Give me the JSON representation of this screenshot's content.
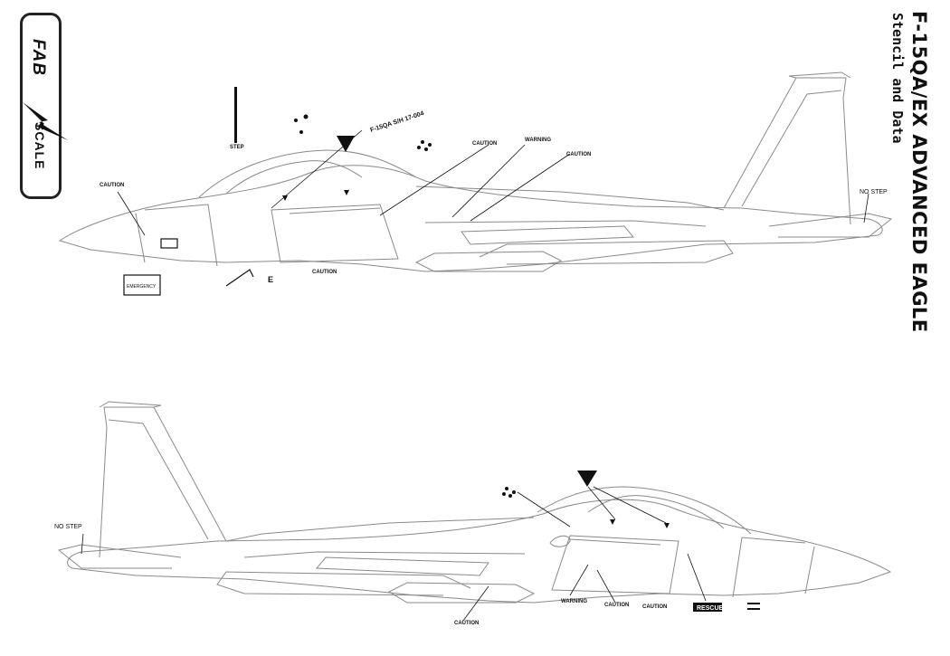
{
  "logo": {
    "word1": "FAB",
    "word2": "SCALE"
  },
  "header": {
    "title": "F-15QA/EX ADVANCED EAGLE",
    "subtitle": "Stencil and Data"
  },
  "upper_view": {
    "labels": {
      "serial": "F-15QA S/H 17-004",
      "caution_left": "CAUTION",
      "caution_mid": "CAUTION",
      "caution_lower": "CAUTION",
      "warning": "WARNING",
      "caution_right": "CAUTION",
      "step": "STEP",
      "no_step": "NO STEP",
      "emergency": "EMERGENCY",
      "e_mark": "E"
    }
  },
  "lower_view": {
    "labels": {
      "no_step": "NO STEP",
      "warning": "WARNING",
      "caution_a": "CAUTION",
      "caution_b": "CAUTION",
      "caution_c": "CAUTION",
      "rescue": "RESCUE"
    }
  },
  "colors": {
    "line": "#8a8a8a",
    "ink": "#111111",
    "paper": "#ffffff"
  }
}
